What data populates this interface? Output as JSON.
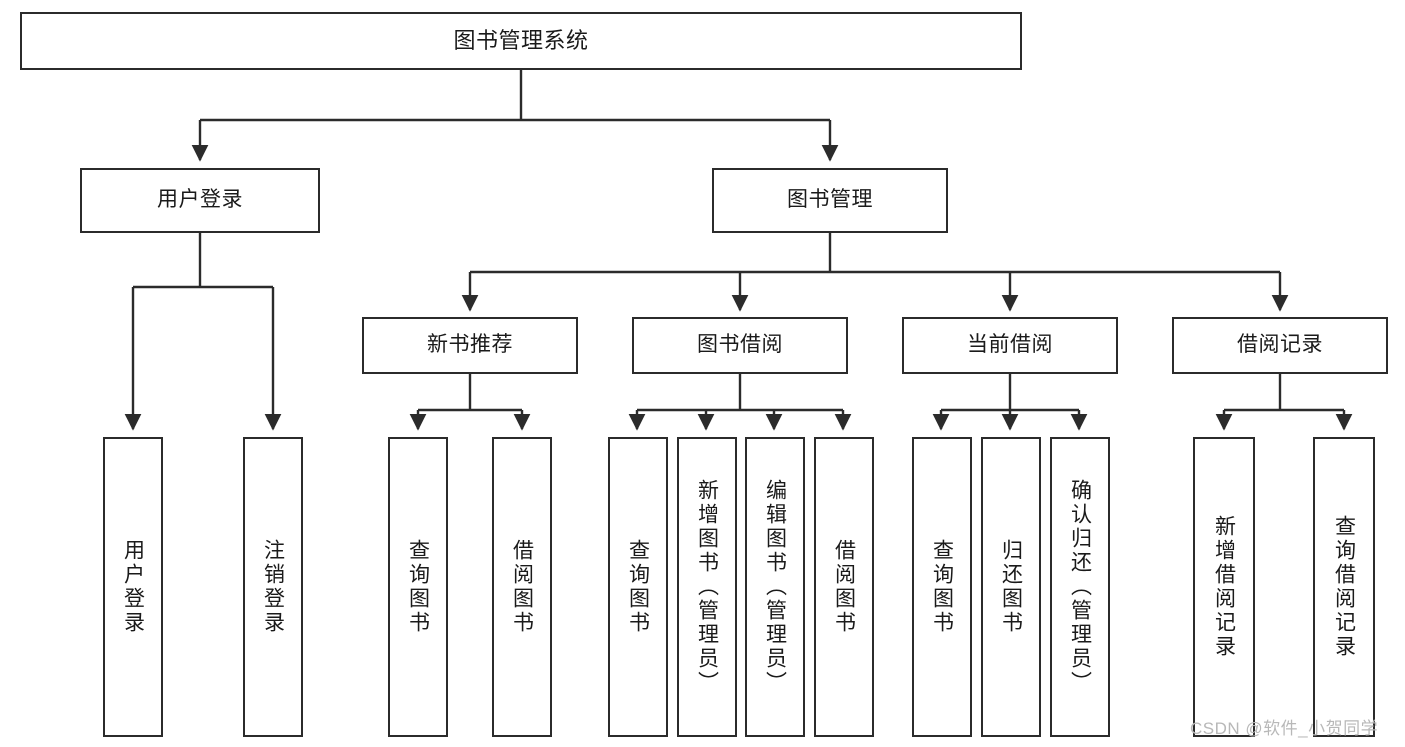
{
  "diagram": {
    "title": "图书管理系统",
    "type": "hierarchy-tree",
    "root": {
      "label": "图书管理系统"
    },
    "level2": [
      {
        "label": "用户登录"
      },
      {
        "label": "图书管理"
      }
    ],
    "level3": [
      {
        "label": "新书推荐"
      },
      {
        "label": "图书借阅"
      },
      {
        "label": "当前借阅"
      },
      {
        "label": "借阅记录"
      }
    ],
    "leaves": {
      "user_login": [
        {
          "label": "用户登录"
        },
        {
          "label": "注销登录"
        }
      ],
      "new_book_recommend": [
        {
          "label": "查询图书"
        },
        {
          "label": "借阅图书"
        }
      ],
      "book_borrow": [
        {
          "label": "查询图书"
        },
        {
          "label": "新增图书（管理员）"
        },
        {
          "label": "编辑图书（管理员）"
        },
        {
          "label": "借阅图书"
        }
      ],
      "current_borrow": [
        {
          "label": "查询图书"
        },
        {
          "label": "归还图书"
        },
        {
          "label": "确认归还（管理员）"
        }
      ],
      "borrow_record": [
        {
          "label": "新增借阅记录"
        },
        {
          "label": "查询借阅记录"
        }
      ]
    },
    "watermark": "CSDN @软件_小贺同学",
    "colors": {
      "border": "#2b2b2b",
      "background": "#ffffff",
      "text": "#1a1a1a",
      "watermark": "#b8b8b8"
    }
  }
}
